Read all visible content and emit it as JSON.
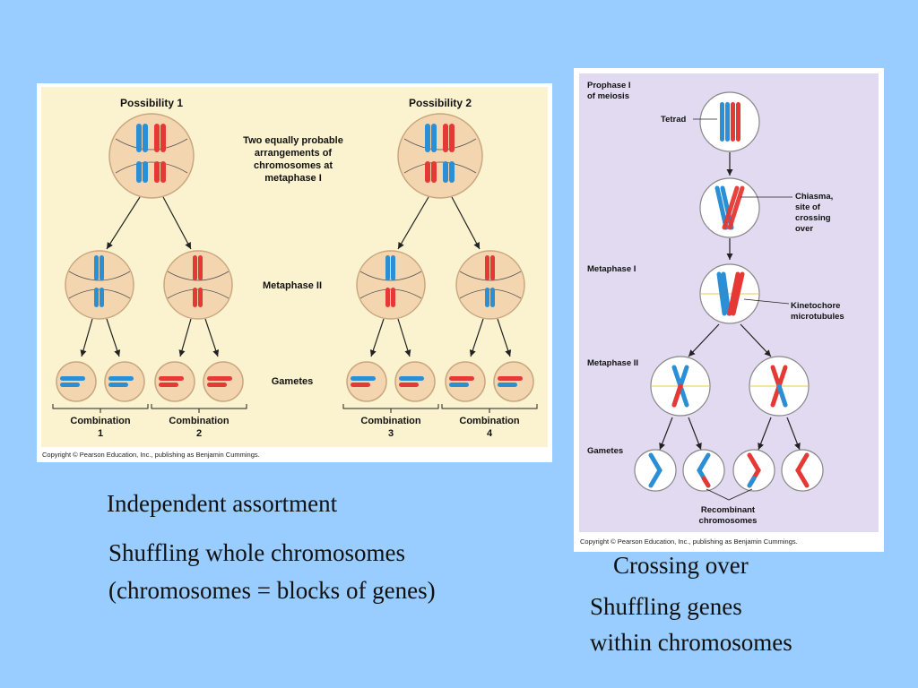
{
  "slide": {
    "left_caption": {
      "title": "Independent assortment",
      "line1": "Shuffling whole chromosomes",
      "line2": "(chromosomes = blocks of genes)"
    },
    "right_caption": {
      "title": "Crossing over",
      "line1": "Shuffling genes",
      "line2": "within chromosomes"
    }
  },
  "figure_left": {
    "possibility_1": "Possibility 1",
    "possibility_2": "Possibility 2",
    "note_lines": [
      "Two equally probable",
      "arrangements of",
      "chromosomes at",
      "metaphase I"
    ],
    "metaphase_ii": "Metaphase II",
    "gametes": "Gametes",
    "combinations": [
      {
        "word": "Combination",
        "num": "1"
      },
      {
        "word": "Combination",
        "num": "2"
      },
      {
        "word": "Combination",
        "num": "3"
      },
      {
        "word": "Combination",
        "num": "4"
      }
    ],
    "copyright": "Copyright © Pearson Education, Inc., publishing as Benjamin Cummings."
  },
  "figure_right": {
    "prophase_i": [
      "Prophase I",
      "of meiosis"
    ],
    "tetrad": "Tetrad",
    "chiasma": [
      "Chiasma,",
      "site of",
      "crossing",
      "over"
    ],
    "metaphase_i": "Metaphase I",
    "kinetochore": [
      "Kinetochore",
      "microtubules"
    ],
    "metaphase_ii": "Metaphase II",
    "gametes": "Gametes",
    "recombinant": [
      "Recombinant",
      "chromosomes"
    ],
    "copyright": "Copyright © Pearson Education, Inc., publishing as Benjamin Cummings."
  },
  "colors": {
    "slide_background": "#99ccff",
    "left_panel": "#fbf3cf",
    "right_panel": "#e2daf0",
    "cell_fill": "#f3d6b0",
    "blue_chromosome": "#2b8fd6",
    "red_chromosome": "#e53935"
  }
}
